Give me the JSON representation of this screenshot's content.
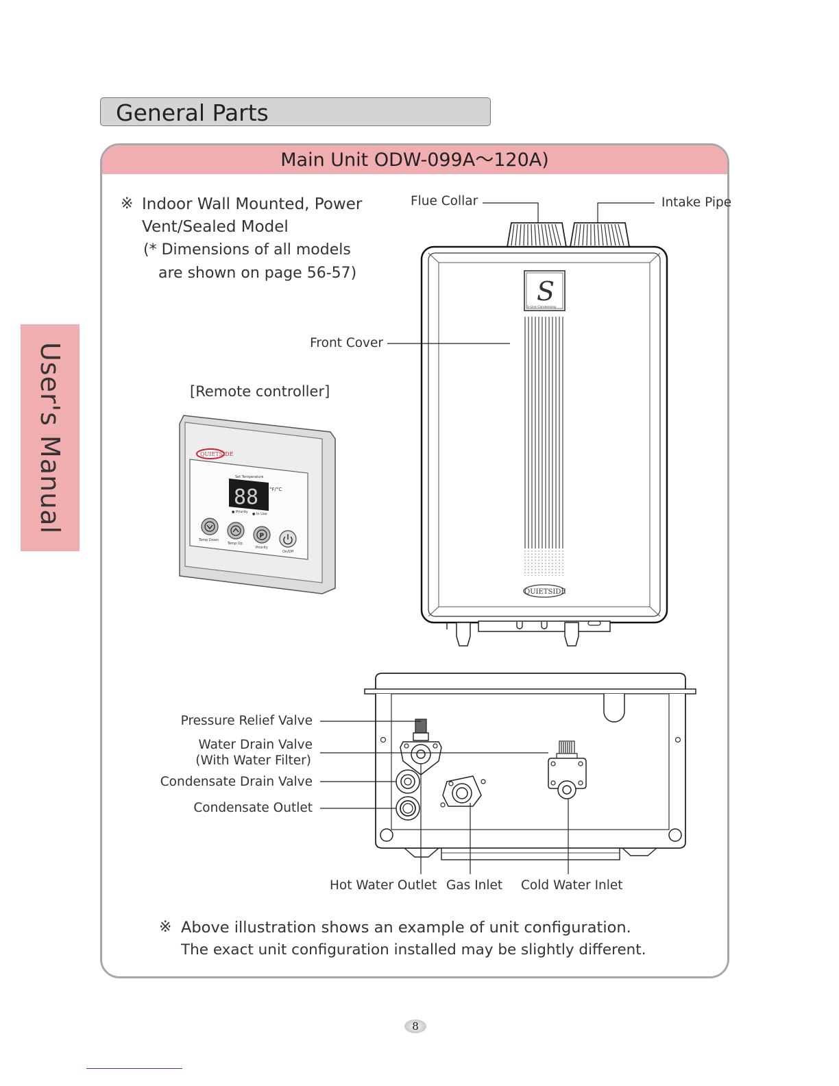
{
  "sidebar": {
    "label": "User's Manual"
  },
  "section": {
    "title": "General Parts"
  },
  "main": {
    "header": "Main Unit ODW-099A～120A)",
    "intro": {
      "mark": "※",
      "line1": "Indoor Wall Mounted, Power",
      "line2": "Vent/Sealed Model",
      "note1": "(* Dimensions of all models",
      "note2": "are shown on page 56-57)"
    },
    "remote_caption": "[Remote controller]",
    "remote": {
      "brand": "QUIETSIDE",
      "set_temp": "Set Temperature",
      "display": "88",
      "unit": "°F/°C",
      "priority_ind": "● Priority",
      "in_use_ind": "● In Use",
      "btn_down": "Temp Down",
      "btn_up": "Temp Up",
      "btn_priority": "Priority",
      "btn_onoff": "On/Off",
      "icon_p": "P"
    },
    "unit_logo": {
      "letter": "S",
      "subtitle": "S-Line Condensing",
      "brand": "QUIETSIDE"
    },
    "labels": {
      "flue_collar": "Flue Collar",
      "intake_pipe": "Intake Pipe",
      "front_cover": "Front Cover",
      "pressure_relief": "Pressure Relief Valve",
      "water_drain_1": "Water Drain Valve",
      "water_drain_2": "(With Water Filter)",
      "condensate_drain": "Condensate Drain Valve",
      "condensate_outlet": "Condensate Outlet",
      "hot_water": "Hot Water Outlet",
      "gas_inlet": "Gas Inlet",
      "cold_water": "Cold Water Inlet"
    },
    "footer_note": {
      "mark": "※",
      "line1": "Above illustration shows an example of unit configuration.",
      "line2": "The exact unit configuration installed may be slightly different."
    }
  },
  "page_number": "8"
}
